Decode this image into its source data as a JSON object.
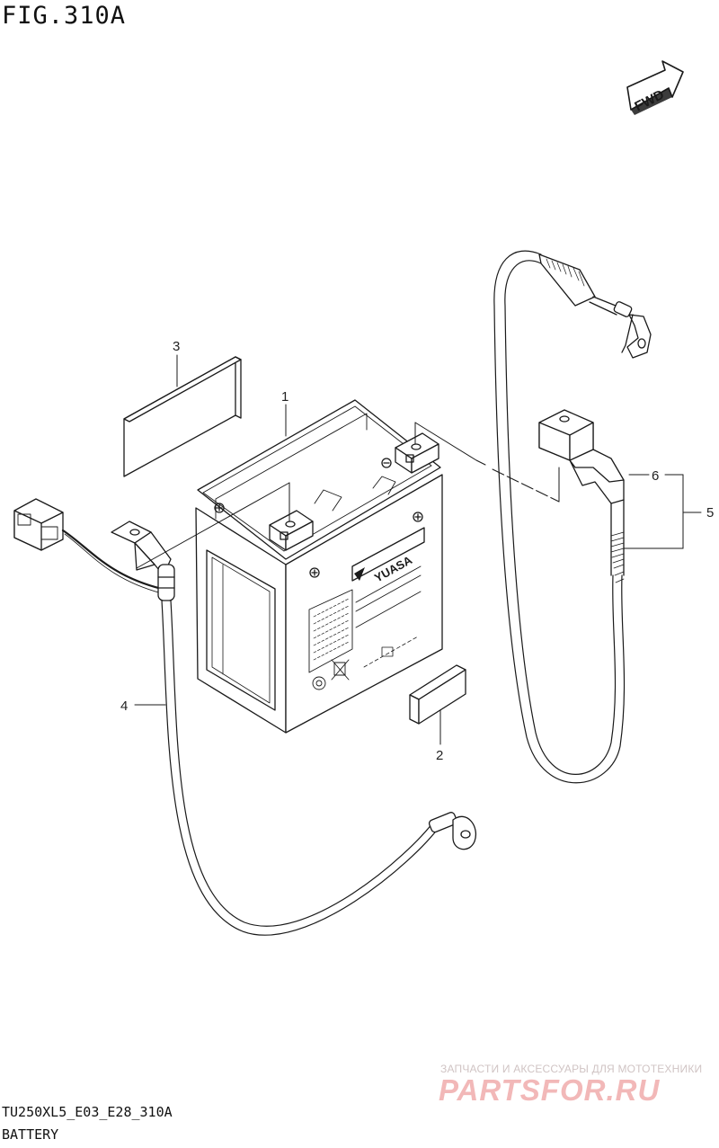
{
  "figure": {
    "id": "FIG.310A",
    "model_code": "TU250XL5_E03_E28_310A",
    "section": "BATTERY"
  },
  "direction_indicator": "FWD",
  "battery_brand": "YUASA",
  "callouts": [
    "1",
    "2",
    "3",
    "4",
    "5",
    "6"
  ],
  "watermark": {
    "tagline": "ЗАПЧАСТИ И АКСЕССУАРЫ ДЛЯ МОТОТЕХНИКИ",
    "brand": "PARTSFOR.RU"
  },
  "colors": {
    "line": "#1a1a1a",
    "watermark_brand": "#f2b8b8",
    "watermark_tag": "#d0c4c4"
  }
}
